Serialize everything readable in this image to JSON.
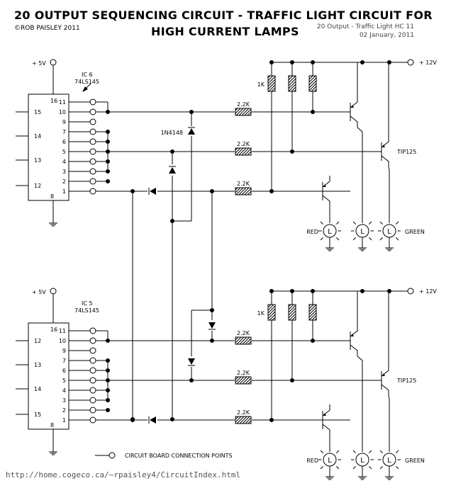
{
  "header": {
    "title_line1": "20 OUTPUT SEQUENCING CIRCUIT - TRAFFIC LIGHT CIRCUIT FOR",
    "title_line2": "HIGH CURRENT LAMPS",
    "copyright": "©ROB PAISLEY 2011",
    "doc_title": "20 Output - Traffic Light HC 11",
    "doc_date": "02 January, 2011"
  },
  "footer": {
    "url": "http://home.cogeco.ca/~rpaisley4/CircuitIndex.html"
  },
  "legend": {
    "connection_points": "CIRCUIT BOARD CONNECTION POINTS"
  },
  "colors": {
    "ink": "#000000",
    "background": "#ffffff"
  },
  "supply": {
    "logic": "+ 5V",
    "power": "+ 12V"
  },
  "components": {
    "ic_upper_name": "IC 6",
    "ic_lower_name": "IC 5",
    "ic_part": "74LS145",
    "diode": "1N4148",
    "transistor": "TIP125",
    "resistor_base": "2.2K",
    "resistor_pullup": "1K",
    "lamp": "L"
  },
  "lamps": {
    "red": "RED",
    "green": "GREEN"
  },
  "pins": {
    "vcc": "16",
    "gnd": "8",
    "outputs": [
      "11",
      "10",
      "9",
      "7",
      "6",
      "5",
      "4",
      "3",
      "2",
      "1"
    ],
    "inputs_upper": [
      "15",
      "14",
      "13",
      "12"
    ],
    "inputs_lower": [
      "12",
      "13",
      "14",
      "15"
    ]
  }
}
